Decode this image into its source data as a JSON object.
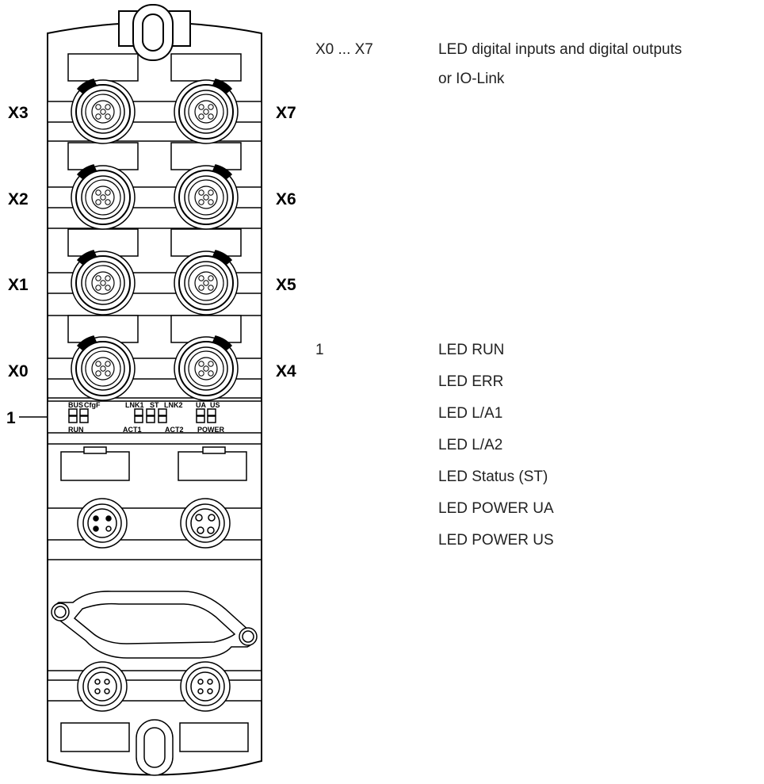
{
  "ports_top": [
    {
      "left": "X3",
      "right": "X7"
    },
    {
      "left": "X2",
      "right": "X6"
    },
    {
      "left": "X1",
      "right": "X5"
    },
    {
      "left": "X0",
      "right": "X4"
    }
  ],
  "callout_number": "1",
  "led_panel": {
    "top_labels": [
      "BUS",
      "CfgF",
      "LNK1",
      "ST",
      "LNK2",
      "UA",
      "US"
    ],
    "bottom_labels": [
      "RUN",
      "ACT1",
      "ACT2",
      "POWER"
    ]
  },
  "legend": {
    "group1": {
      "key": "X0 ... X7",
      "lines": [
        "LED digital inputs and digital outputs",
        "or IO-Link"
      ]
    },
    "group2": {
      "key": "1",
      "lines": [
        "LED RUN",
        "LED ERR",
        "LED L/A1",
        "LED L/A2",
        "LED Status (ST)",
        "LED POWER UA",
        "LED POWER US"
      ]
    }
  }
}
